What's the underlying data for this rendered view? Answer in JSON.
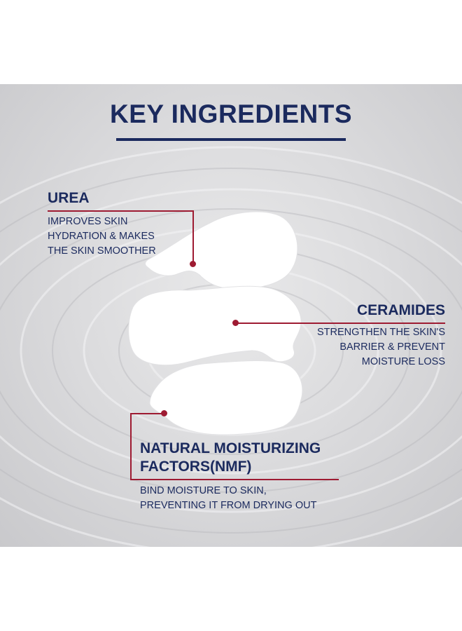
{
  "title": "KEY INGREDIENTS",
  "ingredients": [
    {
      "name": "UREA",
      "description_lines": [
        "IMPROVES SKIN",
        "HYDRATION & MAKES",
        "THE SKIN SMOOTHER"
      ]
    },
    {
      "name": "CERAMIDES",
      "description_lines": [
        "STRENGTHEN THE SKIN'S",
        "BARRIER & PREVENT",
        "MOISTURE LOSS"
      ]
    },
    {
      "name_lines": [
        "NATURAL MOISTURIZING",
        "FACTORS(NMF)"
      ],
      "description_lines": [
        "BIND MOISTURE TO SKIN,",
        "PREVENTING IT FROM DRYING OUT"
      ]
    }
  ],
  "colors": {
    "navy": "#1b2a5e",
    "accent_red": "#9e1b32",
    "cream": "#ffffff"
  }
}
